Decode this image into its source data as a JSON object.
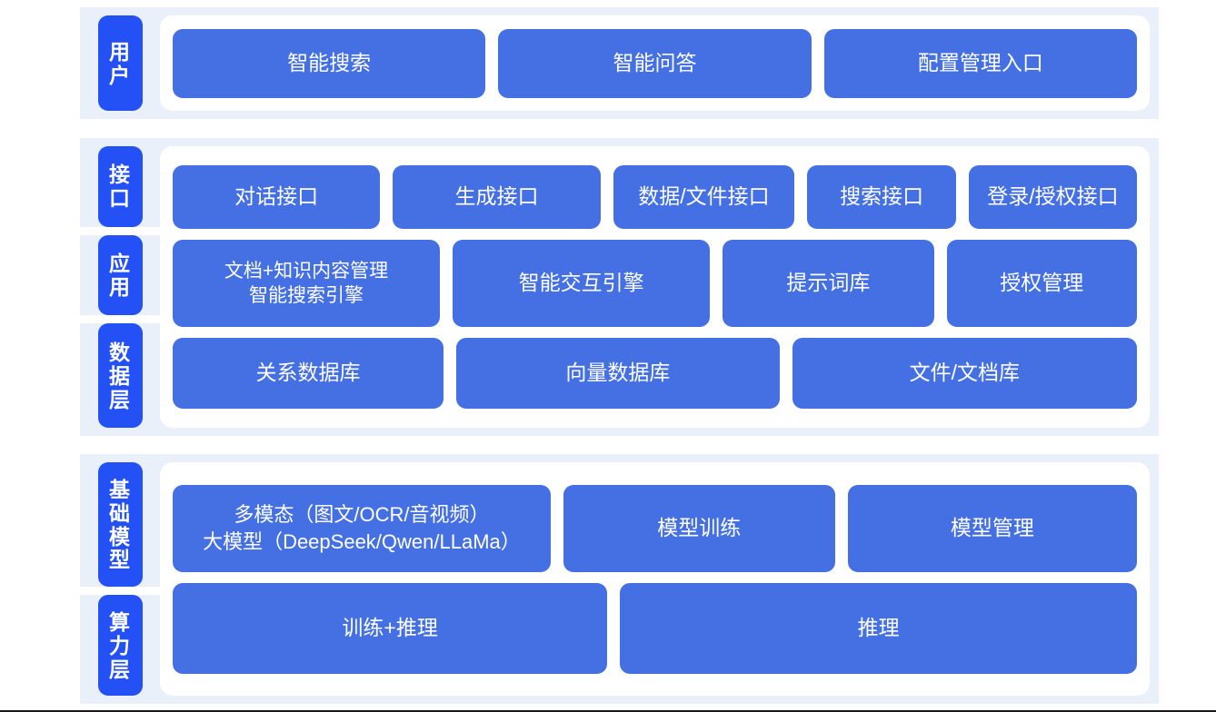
{
  "theme": {
    "page_bg": "#ffffff",
    "band_bg": "#eaf0fa",
    "card_bg": "#ffffff",
    "label_pill_color": "#2351f5",
    "box_color": "#4470e3",
    "box_text_color": "#ffffff"
  },
  "sections": [
    {
      "id": "user",
      "labels": [
        "用户"
      ],
      "rows": [
        {
          "id": "user",
          "boxes": [
            "智能搜索",
            "智能问答",
            "配置管理入口"
          ]
        }
      ]
    },
    {
      "id": "application",
      "labels": [
        "接口",
        "应用",
        "数据层"
      ],
      "rows": [
        {
          "id": "interface",
          "boxes": [
            "对话接口",
            "生成接口",
            "数据/文件接口",
            "搜索接口",
            "登录/授权接口"
          ]
        },
        {
          "id": "application",
          "boxes": [
            "文档+知识内容管理\n智能搜索引擎",
            "智能交互引擎",
            "提示词库",
            "授权管理"
          ]
        },
        {
          "id": "data",
          "boxes": [
            "关系数据库",
            "向量数据库",
            "文件/文档库"
          ]
        }
      ]
    },
    {
      "id": "infrastructure",
      "labels": [
        "基础模型",
        "算力层"
      ],
      "rows": [
        {
          "id": "model",
          "boxes": [
            "多模态（图文/OCR/音视频）\n大模型（DeepSeek/Qwen/LLaMa）",
            "模型训练",
            "模型管理"
          ]
        },
        {
          "id": "compute",
          "boxes": [
            "训练+推理",
            "推理"
          ]
        }
      ]
    }
  ]
}
